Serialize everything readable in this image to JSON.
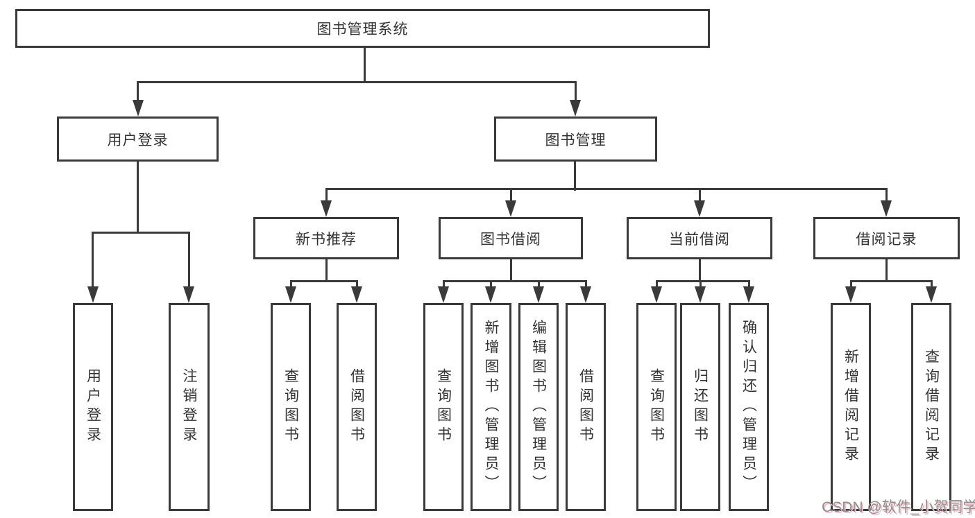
{
  "diagram": {
    "root": {
      "label": "图书管理系统"
    },
    "user_login": {
      "label": "用户登录",
      "children": [
        {
          "label": "用户登录"
        },
        {
          "label": "注销登录"
        }
      ]
    },
    "book_mgmt": {
      "label": "图书管理",
      "sections": [
        {
          "label": "新书推荐",
          "children": [
            {
              "label": "查询图书"
            },
            {
              "label": "借阅图书"
            }
          ]
        },
        {
          "label": "图书借阅",
          "children": [
            {
              "label": "查询图书"
            },
            {
              "label": "新增图书（管理员）"
            },
            {
              "label": "编辑图书（管理员）"
            },
            {
              "label": "借阅图书"
            }
          ]
        },
        {
          "label": "当前借阅",
          "children": [
            {
              "label": "查询图书"
            },
            {
              "label": "归还图书"
            },
            {
              "label": "确认归还（管理员）"
            }
          ]
        },
        {
          "label": "借阅记录",
          "children": [
            {
              "label": "新增借阅记录"
            },
            {
              "label": "查询借阅记录"
            }
          ]
        }
      ]
    }
  },
  "watermark": "CSDN @软件_小贺同学",
  "colors": {
    "line": "#3a3a3a",
    "text": "#333333",
    "watermark_text": "#8f8f8f",
    "watermark_accent": "#f2b8c6"
  }
}
